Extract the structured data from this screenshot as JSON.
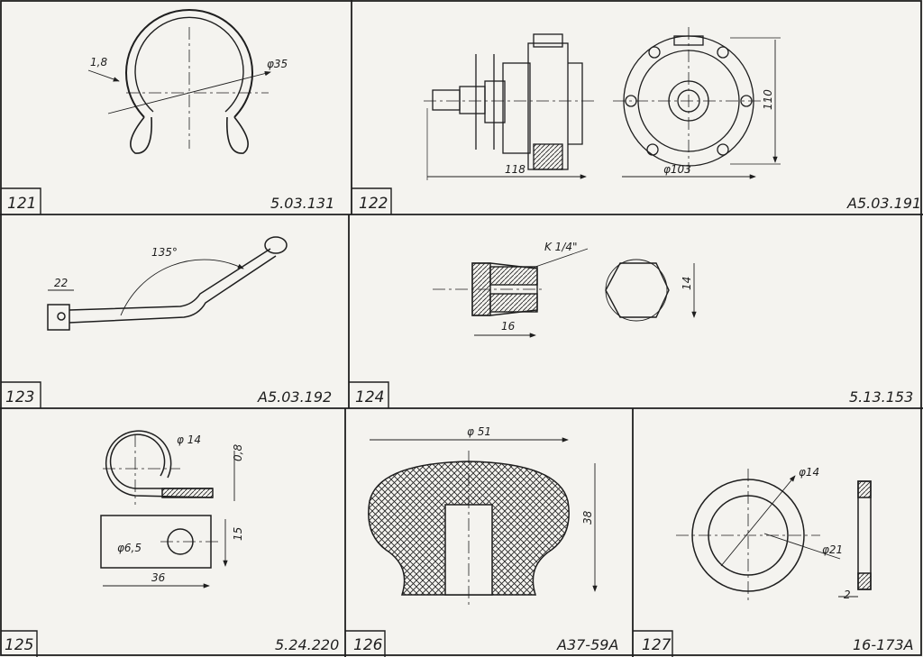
{
  "panels": [
    {
      "number": "121",
      "code": "5.03.131",
      "dims": [
        "1,8",
        "φ35"
      ]
    },
    {
      "number": "122",
      "code": "A5.03.191",
      "dims": [
        "118",
        "φ103",
        "110"
      ]
    },
    {
      "number": "123",
      "code": "A5.03.192",
      "dims": [
        "22",
        "135°"
      ]
    },
    {
      "number": "124",
      "code": "5.13.153",
      "dims": [
        "K 1/4\"",
        "16",
        "14"
      ]
    },
    {
      "number": "125",
      "code": "5.24.220",
      "dims": [
        "φ 14",
        "0,8",
        "φ6,5",
        "15",
        "36"
      ]
    },
    {
      "number": "126",
      "code": "A37-59A",
      "dims": [
        "φ 51",
        "38"
      ]
    },
    {
      "number": "127",
      "code": "16-173A",
      "dims": [
        "φ14",
        "φ21",
        "2"
      ]
    }
  ],
  "colors": {
    "paper": "#f4f3ef",
    "ink": "#1e1e1e"
  }
}
